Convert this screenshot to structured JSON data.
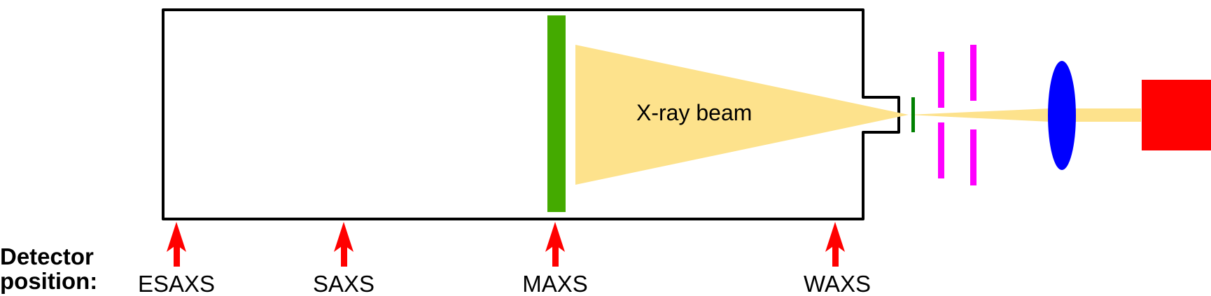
{
  "diagram": {
    "beam_label": "X-ray beam",
    "detector_heading_line1": "Detector",
    "detector_heading_line2": "position:",
    "positions": [
      {
        "label": "ESAXS"
      },
      {
        "label": "SAXS"
      },
      {
        "label": "MAXS"
      },
      {
        "label": "WAXS"
      }
    ]
  },
  "colors": {
    "outline": "#000000",
    "beam": "#fde28c",
    "detector": "#44aa00",
    "sample": "#008000",
    "slits": "#ff00ff",
    "lens": "#0000ff",
    "source": "#ff0000",
    "arrow": "#ff0000"
  }
}
